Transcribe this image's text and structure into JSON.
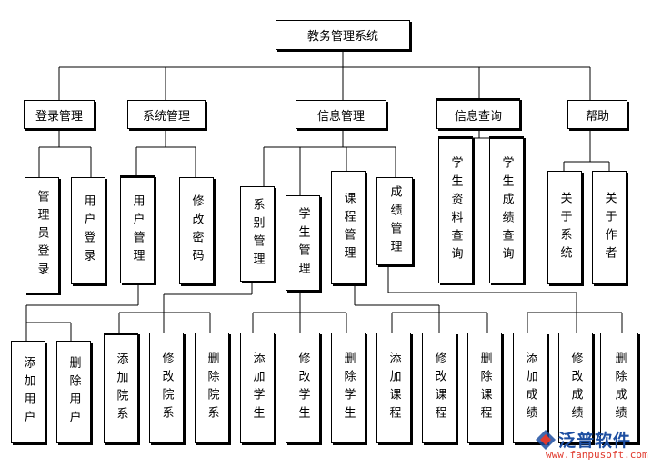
{
  "root": "教务管理系统",
  "categories": {
    "login": "登录管理",
    "system": "系统管理",
    "info": "信息管理",
    "query": "信息查询",
    "help": "帮助"
  },
  "login_children": [
    "管理员登录",
    "用户登录"
  ],
  "system_children": [
    "用户管理",
    "修改密码"
  ],
  "info_children": [
    "系别管理",
    "学生管理",
    "课程管理",
    "成绩管理"
  ],
  "query_children": [
    "学生资料查询",
    "学生成绩查询"
  ],
  "help_children": [
    "关于系统",
    "关于作者"
  ],
  "user_ops": [
    "添加用户",
    "删除用户"
  ],
  "dept_ops": [
    "添加院系",
    "修改院系",
    "删除院系"
  ],
  "student_ops": [
    "添加学生",
    "修改学生",
    "删除学生"
  ],
  "course_ops": [
    "添加课程",
    "修改课程",
    "删除课程"
  ],
  "score_ops": [
    "添加成绩",
    "修改成绩",
    "删除成绩"
  ],
  "watermark": {
    "name": "泛普软件",
    "url": "www.fanpusoft.com"
  }
}
